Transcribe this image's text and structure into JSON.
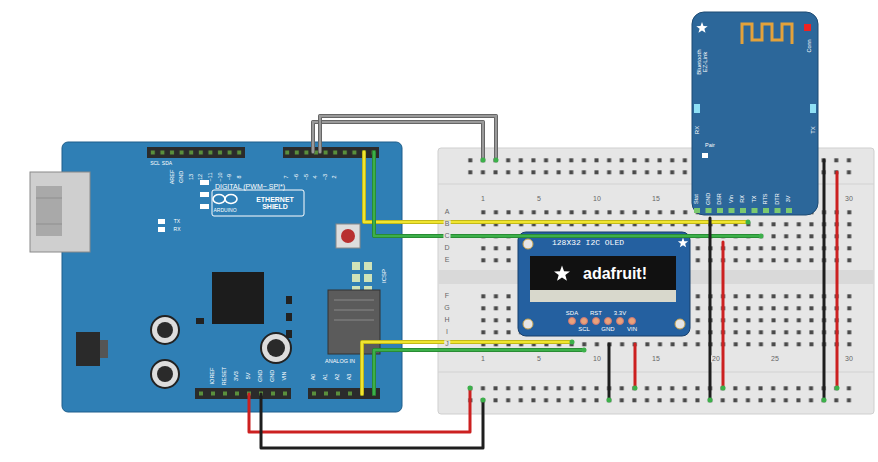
{
  "diagram": {
    "nodes": [
      {
        "text": [
          "ARDUINO",
          "ETHERNET SHIELD"
        ]
      },
      {
        "text": [
          "128X32 I2C OLED",
          "adafruit!"
        ]
      },
      {
        "text": [
          "Bluetooth EZ-Link"
        ]
      }
    ],
    "labels": [
      "SCL",
      "SDA",
      "AREF",
      "GND",
      "13",
      "12",
      "~11",
      "~10",
      "~9",
      "8",
      "7",
      "~6",
      "~5",
      "4",
      "~3",
      "2",
      "DIGITAL (PWM~ SPI*)",
      "TX",
      "RX",
      "ICSP",
      "IOREF",
      "RESET",
      "3V3",
      "5V",
      "GND",
      "GND",
      "VIN",
      "A0",
      "A1",
      "A2",
      "A3",
      "ANALOG IN",
      "SDA",
      "RST",
      "3.3V",
      "SCL",
      "GND",
      "VIN",
      "Conn",
      "RX",
      "TX",
      "Pair",
      "Stat",
      "GND",
      "DSR",
      "Vin",
      "RX",
      "TX",
      "RTS",
      "DTR",
      "3V",
      "1",
      "5",
      "10",
      "15",
      "30",
      "1",
      "5",
      "10",
      "15",
      "20",
      "25",
      "30",
      "A",
      "B",
      "C",
      "D",
      "E",
      "F",
      "G",
      "H",
      "I",
      "J"
    ]
  }
}
